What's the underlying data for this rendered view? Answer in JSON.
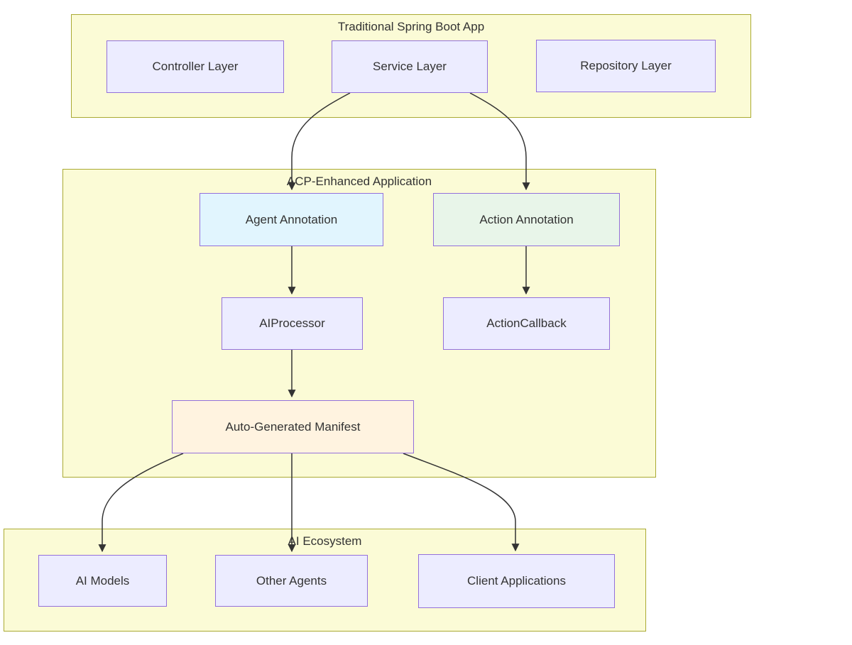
{
  "diagram": {
    "groups": [
      {
        "label": "Traditional Spring Boot App"
      },
      {
        "label": "ACP-Enhanced Application"
      },
      {
        "label": "AI Ecosystem"
      }
    ],
    "nodes": {
      "controller": {
        "label": "Controller Layer"
      },
      "service": {
        "label": "Service Layer"
      },
      "repository": {
        "label": "Repository Layer"
      },
      "agent_annotation": {
        "label": "Agent Annotation"
      },
      "action_annotation": {
        "label": "Action Annotation"
      },
      "aiprocessor": {
        "label": "AIProcessor"
      },
      "actioncallback": {
        "label": "ActionCallback"
      },
      "manifest": {
        "label": "Auto-Generated Manifest"
      },
      "ai_models": {
        "label": "AI Models"
      },
      "other_agents": {
        "label": "Other Agents"
      },
      "client_applications": {
        "label": "Client Applications"
      }
    },
    "edges": [
      {
        "from": "Service Layer",
        "to": "Agent Annotation"
      },
      {
        "from": "Service Layer",
        "to": "Action Annotation"
      },
      {
        "from": "Agent Annotation",
        "to": "AIProcessor"
      },
      {
        "from": "Action Annotation",
        "to": "ActionCallback"
      },
      {
        "from": "AIProcessor",
        "to": "Auto-Generated Manifest"
      },
      {
        "from": "Auto-Generated Manifest",
        "to": "AI Models"
      },
      {
        "from": "Auto-Generated Manifest",
        "to": "Other Agents"
      },
      {
        "from": "Auto-Generated Manifest",
        "to": "Client Applications"
      }
    ],
    "colors": {
      "group_fill": "#fbfbd6",
      "group_border": "#aaaa33",
      "node_fill": "#ececff",
      "node_border": "#9370db",
      "agent_annotation_fill": "#e1f5fe",
      "action_annotation_fill": "#e8f5e9",
      "manifest_fill": "#fff3e0",
      "edge": "#333333",
      "text": "#333333"
    }
  }
}
